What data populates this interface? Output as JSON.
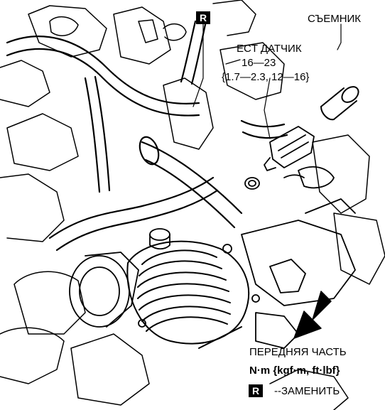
{
  "labels": {
    "puller": "СЪЕМНИК",
    "ect_sensor": "ECT ДАТЧИК",
    "torque_nm": "16—23",
    "torque_alt": "{1.7—2.3, 12—16}",
    "front": "ПЕРЕДНЯЯ ЧАСТЬ",
    "units": "N·m {kgf·m, ft·lbf}",
    "replace_text": "--ЗАМЕНИТЬ"
  },
  "badges": {
    "replace_letter": "R"
  }
}
